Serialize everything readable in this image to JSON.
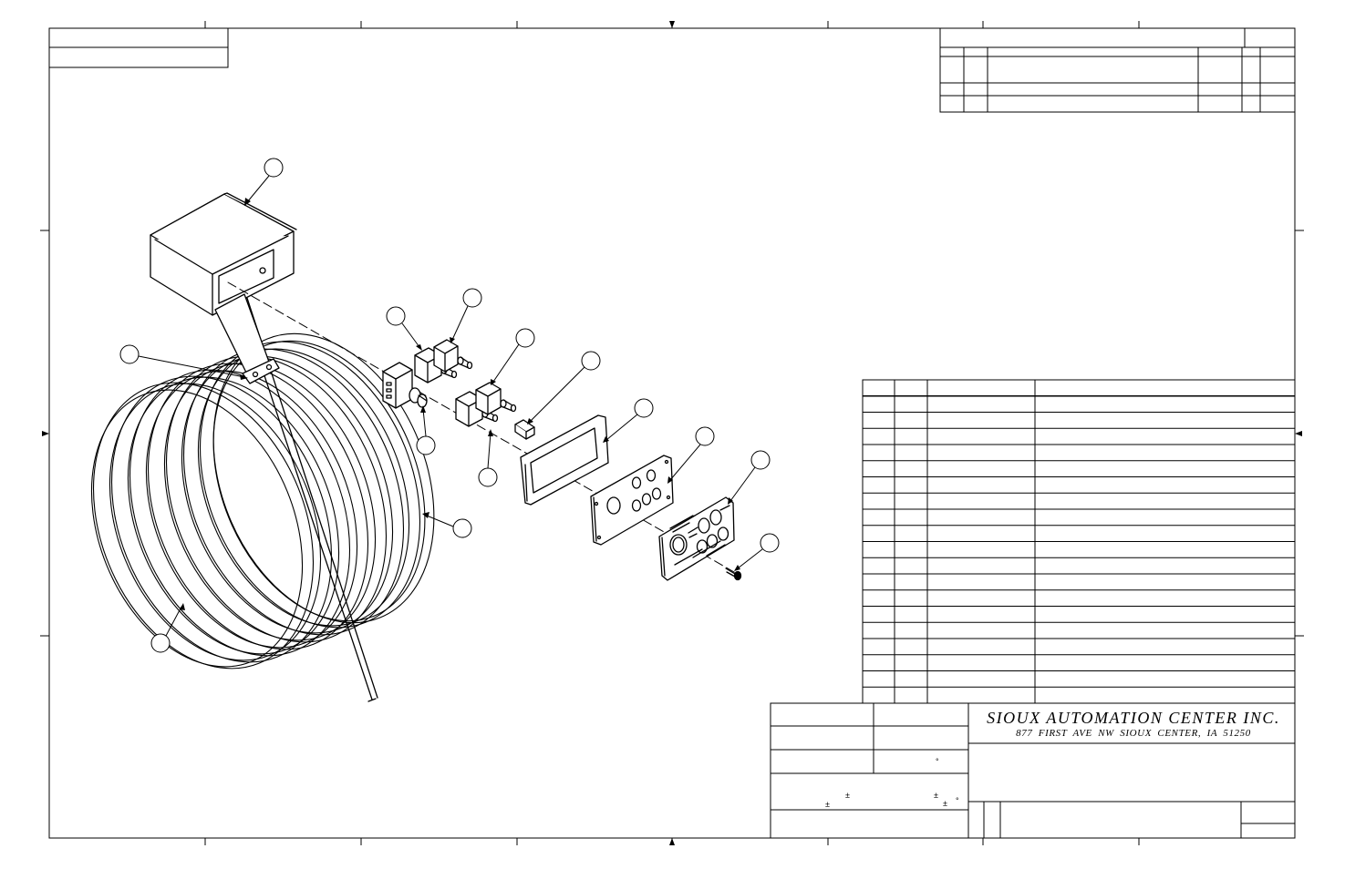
{
  "title_block": {
    "company_name": "SIOUX AUTOMATION CENTER INC.",
    "company_address": "877 FIRST AVE NW   SIOUX CENTER, IA   51250"
  },
  "tolerance_marks": {
    "plus_minus": "±",
    "degree": "°"
  },
  "bom_rows": 20
}
